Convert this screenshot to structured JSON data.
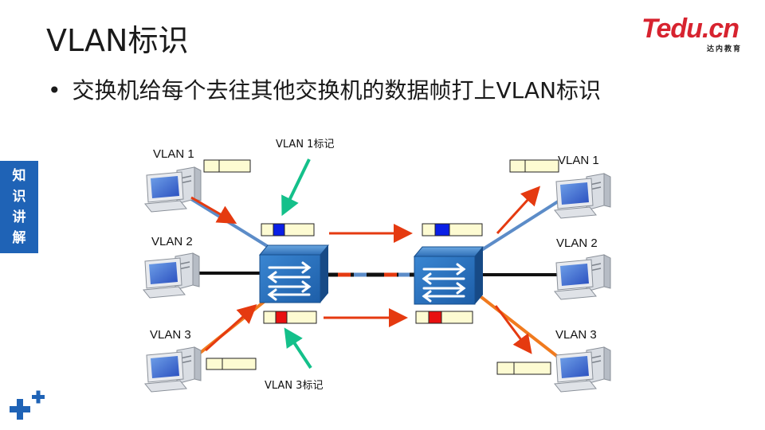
{
  "slide": {
    "title": "VLAN标识",
    "bullet": "交换机给每个去往其他交换机的数据帧打上VLAN标识",
    "side_tab": [
      "知",
      "识",
      "讲",
      "解"
    ]
  },
  "logo": {
    "main": "Tedu.cn",
    "sub": "达内教育"
  },
  "diagram": {
    "left_hosts": [
      "VLAN 1",
      "VLAN 2",
      "VLAN 3"
    ],
    "right_hosts": [
      "VLAN 1",
      "VLAN 2",
      "VLAN 3"
    ],
    "callout_top": "VLAN 1标记",
    "callout_bottom": "VLAN 3标记"
  },
  "colors": {
    "vlan1_tag": "#0a1fe6",
    "vlan3_tag": "#e81010",
    "frame_fill": "#fdfbd2",
    "arrow_red": "#e53a10",
    "callout_green": "#14c08a",
    "brand_blue": "#1f63b6",
    "logo_red": "#d7232f"
  }
}
